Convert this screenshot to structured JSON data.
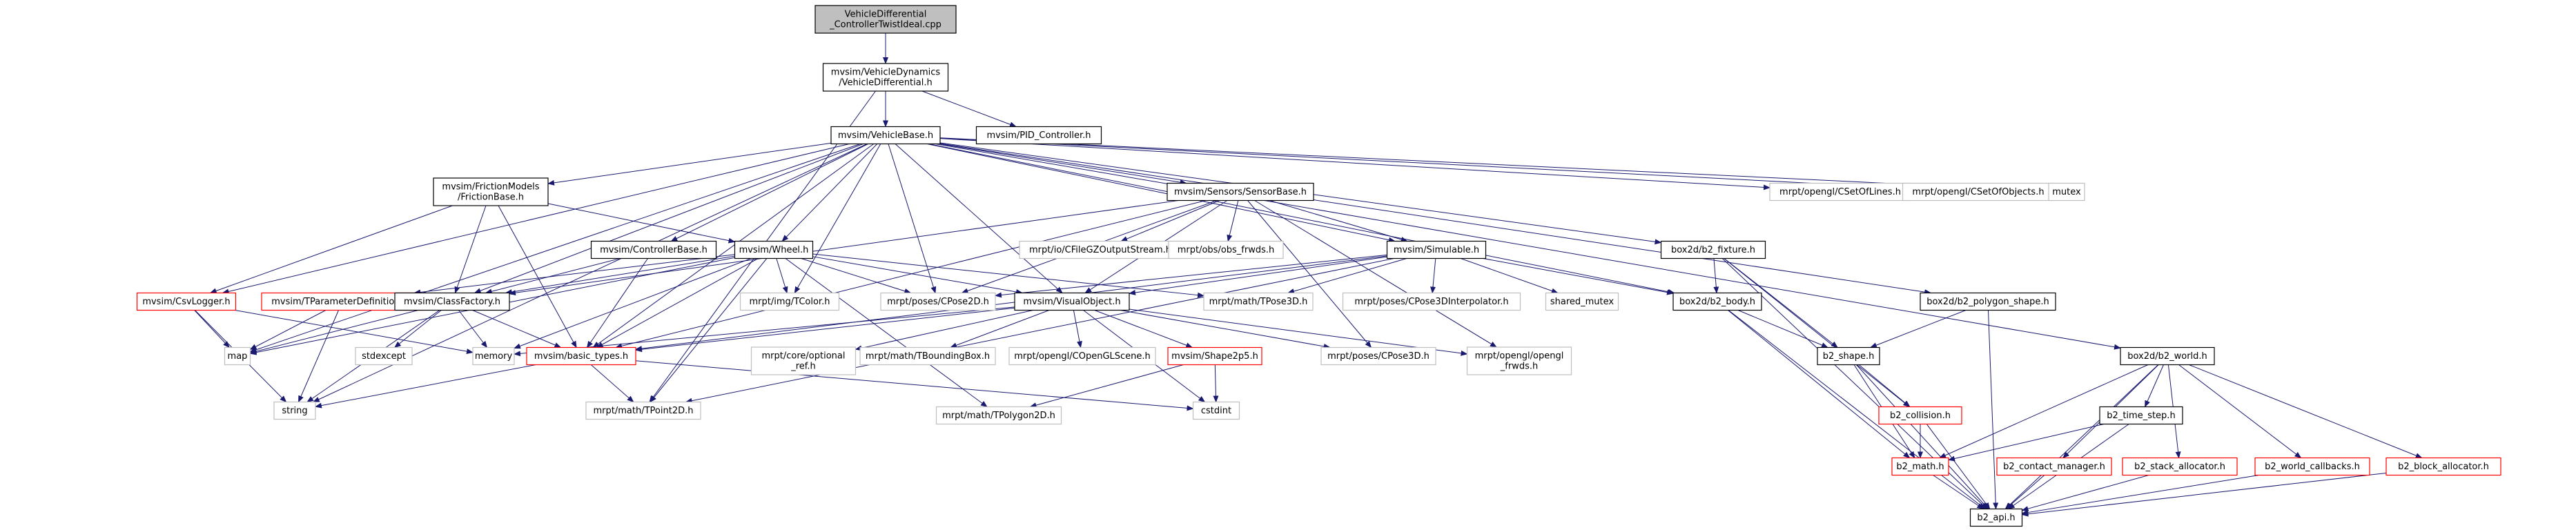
{
  "colors": {
    "root_fill": "#bfbfbf",
    "black_border": "#000000",
    "red_border": "#ff0000",
    "grey_border": "#bfbfbf",
    "edge": "#191970",
    "text": "#000000",
    "node_fill": "#ffffff"
  },
  "nodes": [
    {
      "id": "root",
      "lines": [
        "VehicleDifferential",
        "_ControllerTwistIdeal.cpp"
      ],
      "style": "root"
    },
    {
      "id": "vd",
      "lines": [
        "mvsim/VehicleDynamics",
        "/VehicleDifferential.h"
      ],
      "style": "black"
    },
    {
      "id": "vb",
      "lines": [
        "mvsim/VehicleBase.h"
      ],
      "style": "black"
    },
    {
      "id": "pid",
      "lines": [
        "mvsim/PID_Controller.h"
      ],
      "style": "black"
    },
    {
      "id": "fb",
      "lines": [
        "mvsim/FrictionModels",
        "/FrictionBase.h"
      ],
      "style": "black"
    },
    {
      "id": "sb",
      "lines": [
        "mvsim/Sensors/SensorBase.h"
      ],
      "style": "black"
    },
    {
      "id": "cb",
      "lines": [
        "mvsim/ControllerBase.h"
      ],
      "style": "black"
    },
    {
      "id": "wh",
      "lines": [
        "mvsim/Wheel.h"
      ],
      "style": "black"
    },
    {
      "id": "sim",
      "lines": [
        "mvsim/Simulable.h"
      ],
      "style": "black"
    },
    {
      "id": "csv",
      "lines": [
        "mvsim/CsvLogger.h"
      ],
      "style": "red"
    },
    {
      "id": "tpd",
      "lines": [
        "mvsim/TParameterDefinitions.h"
      ],
      "style": "red"
    },
    {
      "id": "cf",
      "lines": [
        "mvsim/ClassFactory.h"
      ],
      "style": "black"
    },
    {
      "id": "vo",
      "lines": [
        "mvsim/VisualObject.h"
      ],
      "style": "black"
    },
    {
      "id": "bt",
      "lines": [
        "mvsim/basic_types.h"
      ],
      "style": "red"
    },
    {
      "id": "s2p5",
      "lines": [
        "mvsim/Shape2p5.h"
      ],
      "style": "red"
    },
    {
      "id": "map",
      "lines": [
        "map"
      ],
      "style": "grey"
    },
    {
      "id": "string",
      "lines": [
        "string"
      ],
      "style": "grey"
    },
    {
      "id": "memory",
      "lines": [
        "memory"
      ],
      "style": "grey"
    },
    {
      "id": "stdexcept",
      "lines": [
        "stdexcept"
      ],
      "style": "grey"
    },
    {
      "id": "tpoint2d",
      "lines": [
        "mrpt/math/TPoint2D.h"
      ],
      "style": "grey"
    },
    {
      "id": "tpoly",
      "lines": [
        "mrpt/math/TPolygon2D.h"
      ],
      "style": "grey"
    },
    {
      "id": "cstdint",
      "lines": [
        "cstdint"
      ],
      "style": "grey"
    },
    {
      "id": "tcolor",
      "lines": [
        "mrpt/img/TColor.h"
      ],
      "style": "grey"
    },
    {
      "id": "cpose2d",
      "lines": [
        "mrpt/poses/CPose2D.h"
      ],
      "style": "grey"
    },
    {
      "id": "tpose3d",
      "lines": [
        "mrpt/math/TPose3D.h"
      ],
      "style": "grey"
    },
    {
      "id": "coreopt",
      "lines": [
        "mrpt/core/optional",
        "_ref.h"
      ],
      "style": "grey"
    },
    {
      "id": "tbbox",
      "lines": [
        "mrpt/math/TBoundingBox.h"
      ],
      "style": "grey"
    },
    {
      "id": "coglscene",
      "lines": [
        "mrpt/opengl/COpenGLScene.h"
      ],
      "style": "grey"
    },
    {
      "id": "cpose3d",
      "lines": [
        "mrpt/poses/CPose3D.h"
      ],
      "style": "grey"
    },
    {
      "id": "oglfrwds",
      "lines": [
        "mrpt/opengl/opengl",
        "_frwds.h"
      ],
      "style": "grey"
    },
    {
      "id": "cfilegz",
      "lines": [
        "mrpt/io/CFileGZOutputStream.h"
      ],
      "style": "grey"
    },
    {
      "id": "obsfrwds",
      "lines": [
        "mrpt/obs/obs_frwds.h"
      ],
      "style": "grey"
    },
    {
      "id": "cp3dint",
      "lines": [
        "mrpt/poses/CPose3DInterpolator.h"
      ],
      "style": "grey"
    },
    {
      "id": "smutex",
      "lines": [
        "shared_mutex"
      ],
      "style": "grey"
    },
    {
      "id": "csetlines",
      "lines": [
        "mrpt/opengl/CSetOfLines.h"
      ],
      "style": "grey"
    },
    {
      "id": "csetobj",
      "lines": [
        "mrpt/opengl/CSetOfObjects.h"
      ],
      "style": "grey"
    },
    {
      "id": "mutex",
      "lines": [
        "mutex"
      ],
      "style": "grey"
    },
    {
      "id": "b2fix",
      "lines": [
        "box2d/b2_fixture.h"
      ],
      "style": "black"
    },
    {
      "id": "b2body",
      "lines": [
        "box2d/b2_body.h"
      ],
      "style": "black"
    },
    {
      "id": "b2poly",
      "lines": [
        "box2d/b2_polygon_shape.h"
      ],
      "style": "black"
    },
    {
      "id": "b2shape",
      "lines": [
        "b2_shape.h"
      ],
      "style": "black"
    },
    {
      "id": "b2coll",
      "lines": [
        "b2_collision.h"
      ],
      "style": "red"
    },
    {
      "id": "b2math",
      "lines": [
        "b2_math.h"
      ],
      "style": "red"
    },
    {
      "id": "b2api",
      "lines": [
        "b2_api.h"
      ],
      "style": "black"
    },
    {
      "id": "b2world",
      "lines": [
        "box2d/b2_world.h"
      ],
      "style": "black"
    },
    {
      "id": "b2time",
      "lines": [
        "b2_time_step.h"
      ],
      "style": "black"
    },
    {
      "id": "b2contact",
      "lines": [
        "b2_contact_manager.h"
      ],
      "style": "red"
    },
    {
      "id": "b2stack",
      "lines": [
        "b2_stack_allocator.h"
      ],
      "style": "red"
    },
    {
      "id": "b2wcb",
      "lines": [
        "b2_world_callbacks.h"
      ],
      "style": "red"
    },
    {
      "id": "b2block",
      "lines": [
        "b2_block_allocator.h"
      ],
      "style": "red"
    }
  ],
  "edges": [
    [
      "root",
      "vd"
    ],
    [
      "vd",
      "vb"
    ],
    [
      "vd",
      "pid"
    ],
    [
      "vd",
      "tpoint2d"
    ],
    [
      "vb",
      "fb"
    ],
    [
      "vb",
      "sb"
    ],
    [
      "vb",
      "cb"
    ],
    [
      "vb",
      "wh"
    ],
    [
      "vb",
      "sim"
    ],
    [
      "vb",
      "csv"
    ],
    [
      "vb",
      "cf"
    ],
    [
      "vb",
      "vo"
    ],
    [
      "vb",
      "bt"
    ],
    [
      "vb",
      "map"
    ],
    [
      "vb",
      "string"
    ],
    [
      "vb",
      "tcolor"
    ],
    [
      "vb",
      "cpose2d"
    ],
    [
      "vb",
      "b2fix"
    ],
    [
      "vb",
      "b2body"
    ],
    [
      "vb",
      "b2poly"
    ],
    [
      "vb",
      "b2world"
    ],
    [
      "vb",
      "csetlines"
    ],
    [
      "vb",
      "csetobj"
    ],
    [
      "vb",
      "mutex"
    ],
    [
      "fb",
      "csv"
    ],
    [
      "fb",
      "cf"
    ],
    [
      "fb",
      "bt"
    ],
    [
      "fb",
      "wh"
    ],
    [
      "sb",
      "cf"
    ],
    [
      "sb",
      "bt"
    ],
    [
      "sb",
      "vo"
    ],
    [
      "sb",
      "sim"
    ],
    [
      "sb",
      "cfilegz"
    ],
    [
      "sb",
      "obsfrwds"
    ],
    [
      "sb",
      "cpose3d"
    ],
    [
      "sb",
      "oglfrwds"
    ],
    [
      "sb",
      "cpose2d"
    ],
    [
      "cb",
      "bt"
    ],
    [
      "cb",
      "cf"
    ],
    [
      "wh",
      "tpd"
    ],
    [
      "wh",
      "cf"
    ],
    [
      "wh",
      "bt"
    ],
    [
      "wh",
      "vo"
    ],
    [
      "wh",
      "tcolor"
    ],
    [
      "wh",
      "cpose2d"
    ],
    [
      "wh",
      "tpose3d"
    ],
    [
      "wh",
      "tpoint2d"
    ],
    [
      "wh",
      "tpoly"
    ],
    [
      "wh",
      "memory"
    ],
    [
      "wh",
      "map"
    ],
    [
      "sim",
      "bt"
    ],
    [
      "sim",
      "vo"
    ],
    [
      "sim",
      "tpose3d"
    ],
    [
      "sim",
      "cp3dint"
    ],
    [
      "sim",
      "smutex"
    ],
    [
      "sim",
      "b2body"
    ],
    [
      "sim",
      "tpoint2d"
    ],
    [
      "sim",
      "cpose2d"
    ],
    [
      "csv",
      "map"
    ],
    [
      "csv",
      "string"
    ],
    [
      "csv",
      "memory"
    ],
    [
      "tpd",
      "map"
    ],
    [
      "tpd",
      "string"
    ],
    [
      "cf",
      "map"
    ],
    [
      "cf",
      "string"
    ],
    [
      "cf",
      "memory"
    ],
    [
      "cf",
      "stdexcept"
    ],
    [
      "cf",
      "bt"
    ],
    [
      "vo",
      "bt"
    ],
    [
      "vo",
      "coreopt"
    ],
    [
      "vo",
      "tbbox"
    ],
    [
      "vo",
      "coglscene"
    ],
    [
      "vo",
      "s2p5"
    ],
    [
      "vo",
      "cpose3d"
    ],
    [
      "vo",
      "oglfrwds"
    ],
    [
      "vo",
      "cstdint"
    ],
    [
      "vo",
      "memory"
    ],
    [
      "bt",
      "string"
    ],
    [
      "bt",
      "tpoint2d"
    ],
    [
      "bt",
      "cstdint"
    ],
    [
      "s2p5",
      "tpoly"
    ],
    [
      "s2p5",
      "cstdint"
    ],
    [
      "b2fix",
      "b2body"
    ],
    [
      "b2fix",
      "b2shape"
    ],
    [
      "b2fix",
      "b2coll"
    ],
    [
      "b2fix",
      "b2api"
    ],
    [
      "b2body",
      "b2shape"
    ],
    [
      "b2body",
      "b2math"
    ],
    [
      "b2body",
      "b2api"
    ],
    [
      "b2poly",
      "b2shape"
    ],
    [
      "b2poly",
      "b2api"
    ],
    [
      "b2shape",
      "b2coll"
    ],
    [
      "b2shape",
      "b2math"
    ],
    [
      "b2shape",
      "b2api"
    ],
    [
      "b2coll",
      "b2math"
    ],
    [
      "b2coll",
      "b2api"
    ],
    [
      "b2math",
      "b2api"
    ],
    [
      "b2world",
      "b2time"
    ],
    [
      "b2world",
      "b2contact"
    ],
    [
      "b2world",
      "b2stack"
    ],
    [
      "b2world",
      "b2wcb"
    ],
    [
      "b2world",
      "b2block"
    ],
    [
      "b2world",
      "b2math"
    ],
    [
      "b2world",
      "b2api"
    ],
    [
      "b2time",
      "b2math"
    ],
    [
      "b2time",
      "b2api"
    ],
    [
      "b2contact",
      "b2api"
    ],
    [
      "b2stack",
      "b2api"
    ],
    [
      "b2wcb",
      "b2api"
    ],
    [
      "b2block",
      "b2api"
    ]
  ]
}
